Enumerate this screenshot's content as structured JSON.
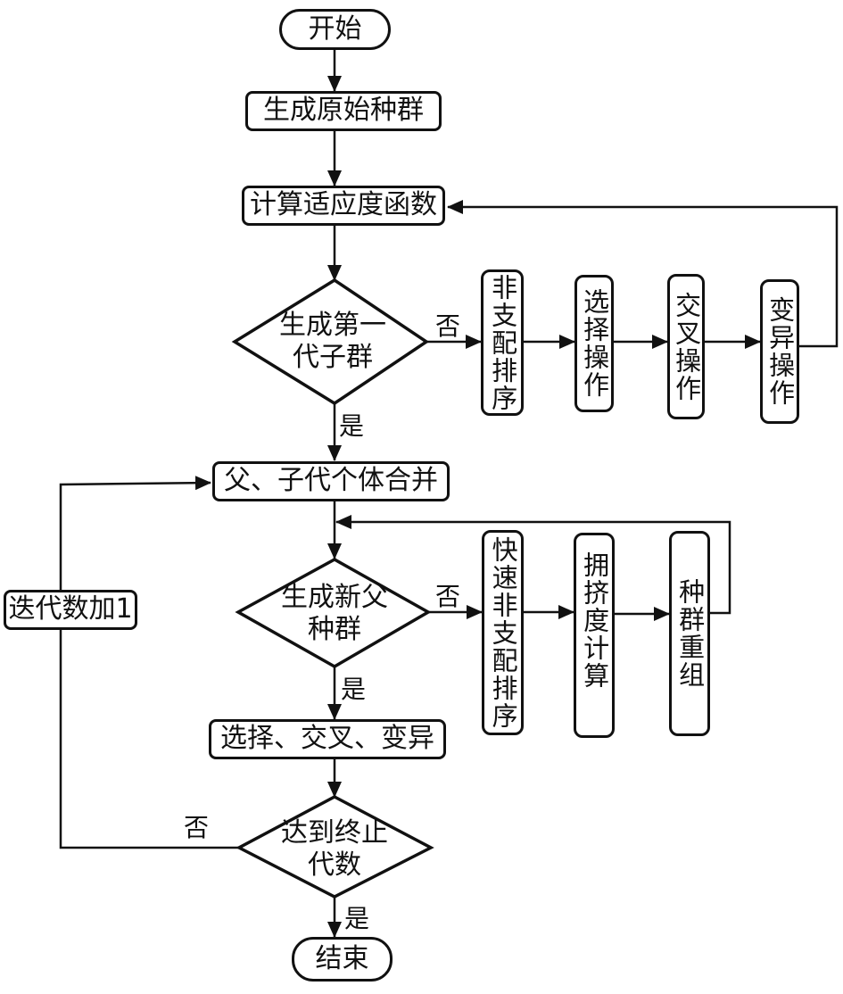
{
  "nodes": {
    "start": "开始",
    "generate_initial_population": "生成原始种群",
    "compute_fitness": "计算适应度函数",
    "decision_first_offspring": "生成第一\n代子群",
    "non_dominated_sort": "非支配排序",
    "selection_op": "选择操作",
    "crossover_op": "交叉操作",
    "mutation_op": "变异操作",
    "merge_parent_offspring": "父、子代个体合并",
    "decision_new_parent": "生成新父\n种群",
    "fast_non_dominated_sort": "快速非支配排序",
    "crowding_distance": "拥挤度计算",
    "population_recombine": "种群重组",
    "select_cross_mutate": "选择、交叉、变异",
    "decision_termination": "达到终止\n代数",
    "increment_iteration": "迭代数加1",
    "end": "结束"
  },
  "edge_labels": {
    "first_offspring_no": "否",
    "first_offspring_yes": "是",
    "new_parent_no": "否",
    "new_parent_yes": "是",
    "termination_no": "否",
    "termination_yes": "是"
  },
  "colors": {
    "stroke": "#111111",
    "background": "#ffffff"
  }
}
